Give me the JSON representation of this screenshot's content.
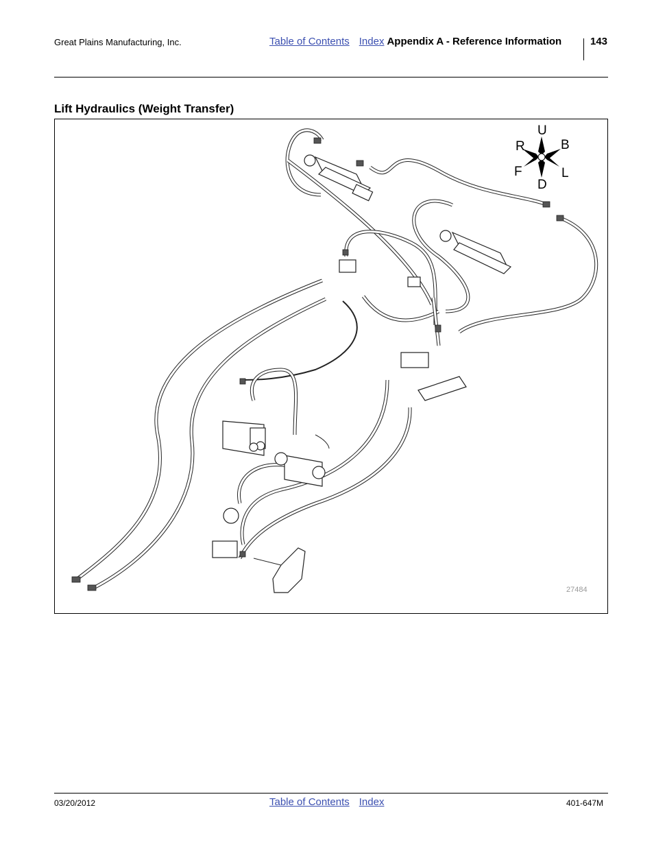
{
  "header": {
    "company": "Great Plains Manufacturing, Inc.",
    "toc_link": "Table of Contents",
    "index_link": "Index",
    "section": "Appendix A - Reference Information",
    "page_number": "143"
  },
  "section_title": "Lift Hydraulics (Weight Transfer)",
  "figure": {
    "compass": {
      "up": "U",
      "down": "D",
      "right": "R",
      "back": "B",
      "front": "F",
      "left": "L"
    },
    "figure_number": "27484"
  },
  "footer": {
    "date": "03/20/2012",
    "toc_link": "Table of Contents",
    "index_link": "Index",
    "doc_number": "401-647M"
  }
}
